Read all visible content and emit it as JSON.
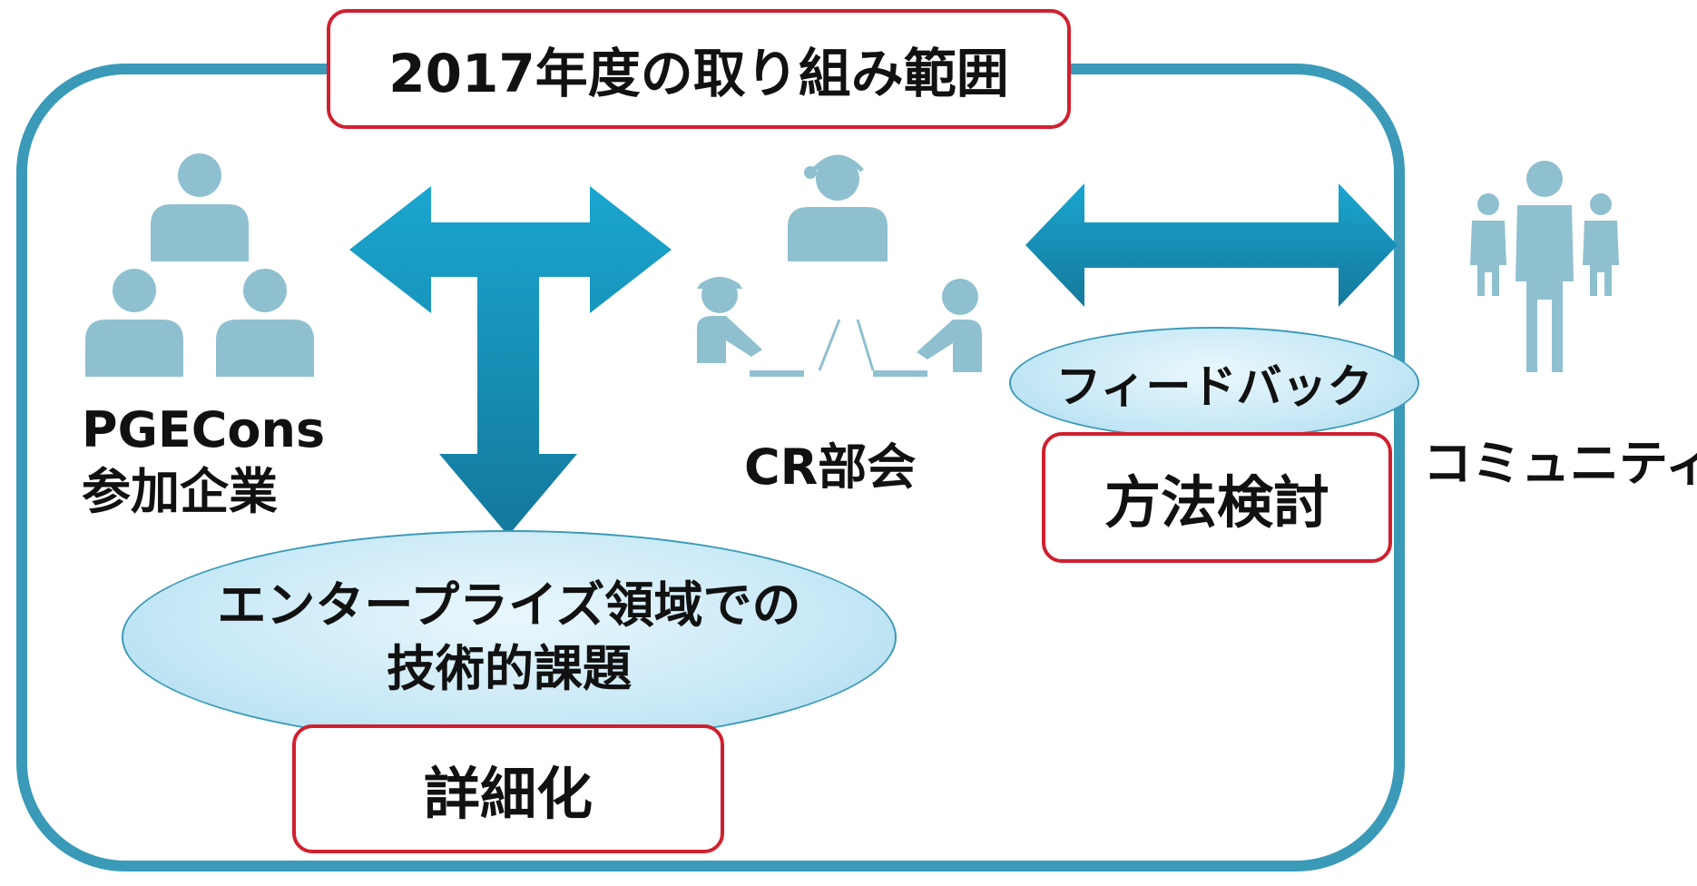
{
  "title": "2017年度の取り組み範囲",
  "nodes": {
    "pgecons_line1": "PGECons",
    "pgecons_line2": "参加企業",
    "cr": "CR部会",
    "community": "コミュニティ"
  },
  "feedback_label": "フィードバック",
  "method_label": "方法検討",
  "tech_issue_line1": "エンタープライズ領域での",
  "tech_issue_line2": "技術的課題",
  "detail_label": "詳細化",
  "icons": {
    "pgecons": "people-group-icon",
    "cr": "meeting-with-facilitator-icon",
    "community": "community-people-icon",
    "t_arrow": "three-way-arrow-icon",
    "h_arrow": "double-headed-arrow-icon"
  },
  "colors": {
    "frame": "#3a9ab8",
    "arrow": "#1f8fb3",
    "icon": "#8fc0cf",
    "red_border": "#d0202f",
    "ellipse_fill": "#c6e8f6"
  }
}
